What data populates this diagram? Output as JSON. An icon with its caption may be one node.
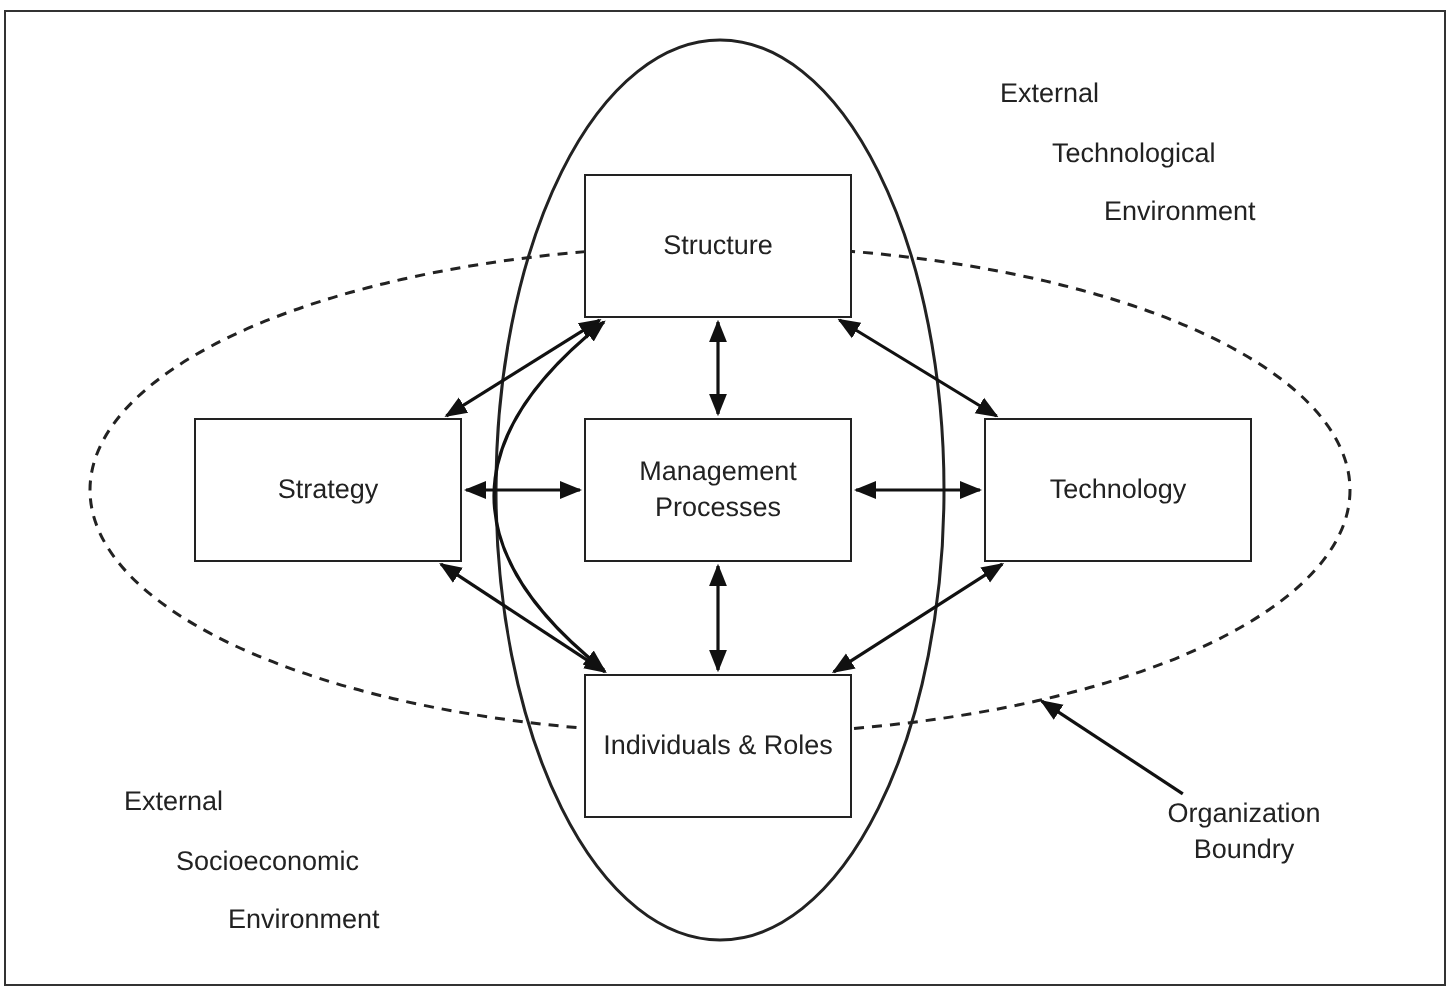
{
  "diagram": {
    "nodes": [
      {
        "text": [],
        "shape": "ellipse"
      },
      {
        "text": [
          "Structure"
        ]
      },
      {
        "text": [
          "Strategy"
        ],
        "in": 0
      },
      {
        "text": [
          "Management Processes"
        ],
        "in": 0
      },
      {
        "text": [
          "Technology"
        ],
        "in": 0
      },
      {
        "text": [
          "Individuals & Roles"
        ]
      },
      {
        "text": [
          "Organization Boundry"
        ]
      }
    ],
    "edges": [
      {
        "from": 1,
        "to": 2,
        "arrow": "both"
      },
      {
        "from": 1,
        "to": 3,
        "arrow": "both"
      },
      {
        "from": 1,
        "to": 4,
        "arrow": "both"
      },
      {
        "from": 2,
        "to": 3,
        "arrow": "both"
      },
      {
        "from": 3,
        "to": 4,
        "arrow": "both"
      },
      {
        "from": 2,
        "to": 5,
        "arrow": "both"
      },
      {
        "from": 3,
        "to": 5,
        "arrow": "both"
      },
      {
        "from": 4,
        "to": 5,
        "arrow": "both"
      },
      {
        "from": 1,
        "to": 5,
        "arrow": "both"
      },
      {
        "from": 6,
        "to": 0,
        "arrow": "to"
      }
    ],
    "labels": [
      "External Technological Environment",
      "External Socioeconomic Environment"
    ]
  }
}
